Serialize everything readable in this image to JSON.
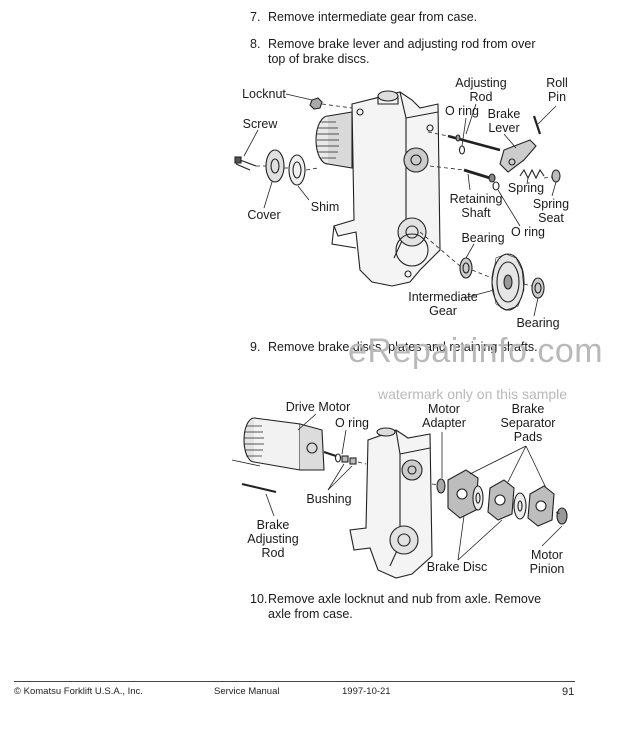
{
  "steps": [
    {
      "num": "7.",
      "text": "Remove intermediate gear from case."
    },
    {
      "num": "8.",
      "text": "Remove brake lever and adjusting rod from over\ntop of brake discs."
    },
    {
      "num": "9.",
      "text": "Remove brake discs, plates and retaining shafts."
    },
    {
      "num": "10.",
      "text": "Remove axle locknut and nub from axle. Remove\naxle from case."
    }
  ],
  "figure1": {
    "labels": {
      "locknut": "Locknut",
      "screw": "Screw",
      "cover": "Cover",
      "shim": "Shim",
      "adjusting_rod": "Adjusting\nRod",
      "o_ring": "O ring",
      "roll_pin": "Roll\nPin",
      "brake_lever": "Brake\nLever",
      "retaining_shaft": "Retaining\nShaft",
      "spring": "Spring",
      "spring_seat": "Spring\nSeat",
      "o_ring_2": "O ring",
      "bearing_1": "Bearing",
      "intermediate_gear": "Intermediate\nGear",
      "bearing_2": "Bearing"
    }
  },
  "figure2": {
    "labels": {
      "drive_motor": "Drive Motor",
      "o_ring": "O ring",
      "motor_adapter": "Motor\nAdapter",
      "brake_separator_pads": "Brake\nSeparator\nPads",
      "bushing": "Bushing",
      "brake_adjusting_rod": "Brake\nAdjusting\nRod",
      "brake_disc": "Brake Disc",
      "motor_pinion": "Motor\nPinion"
    }
  },
  "watermark": {
    "site": "eRepairinfo.com",
    "note": "watermark only on this sample"
  },
  "footer": {
    "copyright": "© Komatsu Forklift U.S.A., Inc.",
    "manual": "Service Manual",
    "date": "1997-10-21",
    "page": "91"
  },
  "colors": {
    "text": "#1a1a1a",
    "line_art": "#222222",
    "watermark": "#b9b9b9"
  }
}
